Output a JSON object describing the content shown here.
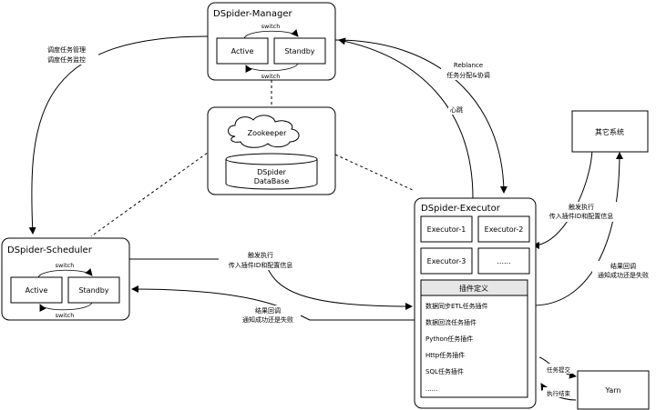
{
  "manager": {
    "title": "DSpider-Manager",
    "active": "Active",
    "standby": "Standby",
    "switch_top": "switch",
    "switch_bottom": "switch"
  },
  "scheduler": {
    "title": "DSpider-Scheduler",
    "active": "Active",
    "standby": "Standby",
    "switch_top": "switch",
    "switch_bottom": "switch"
  },
  "zookeeper": {
    "label": "Zookeeper",
    "db_line1": "DSpider",
    "db_line2": "DataBase"
  },
  "executor": {
    "title": "DSpider-Executor",
    "workers": [
      "Executor-1",
      "Executor-2",
      "Executor-3",
      "......"
    ],
    "plugin_header": "插件定义",
    "plugins": [
      "数据同步ETL任务插件",
      "数据回流任务插件",
      "Python任务插件",
      "Http任务插件",
      "SQL任务插件",
      "......"
    ]
  },
  "other_system": {
    "label": "其它系统"
  },
  "yarn": {
    "label": "Yarn"
  },
  "edges": {
    "mgr_sched_1": "调度任务管理",
    "mgr_sched_2": "调度任务监控",
    "rebalance_1": "Reblance",
    "rebalance_2": "任务分配&协调",
    "heartbeat": "心跳",
    "trigger_other_1": "触发执行",
    "trigger_other_2": "传入插件ID和配置信息",
    "callback_other_1": "结果回调",
    "callback_other_2": "通知成功还是失败",
    "trigger_sched_1": "触发执行",
    "trigger_sched_2": "传入插件ID和配置信息",
    "callback_sched_1": "结果回调",
    "callback_sched_2": "通知成功还是失败",
    "yarn_submit": "任务提交",
    "yarn_done": "执行结束"
  }
}
